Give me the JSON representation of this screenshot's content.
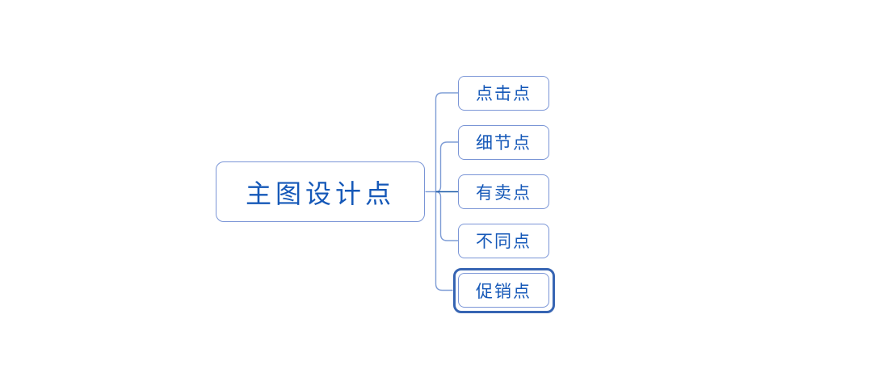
{
  "app": {
    "type": "mindmap-canvas",
    "background": "#FFFFFF"
  },
  "mindmap": {
    "root": {
      "label": "主图设计点"
    },
    "children": [
      {
        "label": "点击点",
        "selected": false
      },
      {
        "label": "细节点",
        "selected": false
      },
      {
        "label": "有卖点",
        "selected": false
      },
      {
        "label": "不同点",
        "selected": false
      },
      {
        "label": "促销点",
        "selected": true
      }
    ],
    "colors": {
      "node_fill": "#FFFFFF",
      "node_border": "#7A95D6",
      "node_text": "#1558B8",
      "connector_light": "#7F9DD6",
      "connector_dark": "#1E5CA8",
      "selection_ring": "#3765B3"
    }
  }
}
